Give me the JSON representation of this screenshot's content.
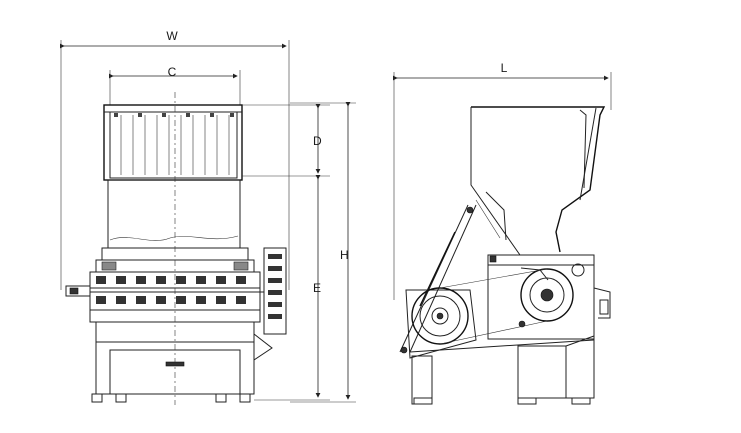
{
  "dimensions": {
    "W": "W",
    "C": "C",
    "D": "D",
    "E": "E",
    "H": "H",
    "L": "L"
  }
}
